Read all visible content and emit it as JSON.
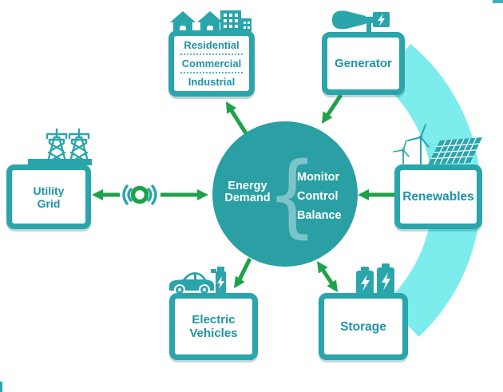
{
  "center": {
    "label": "Energy Demand",
    "brace_glyph": "{",
    "functions": [
      "Monitor",
      "Control",
      "Balance"
    ]
  },
  "nodes": {
    "residential": {
      "lines": [
        "Residential",
        "Commercial",
        "Industrial"
      ]
    },
    "generator": {
      "label": "Generator"
    },
    "utility_grid": {
      "label": "Utility Grid"
    },
    "renewables": {
      "label": "Renewables"
    },
    "electric_vehicles": {
      "label": "Electric Vehicles"
    },
    "storage": {
      "label": "Storage"
    }
  },
  "icons": {
    "residential": "houses-and-building-icon",
    "generator": "turbine-generator-icon",
    "utility_grid": "transmission-towers-icon",
    "renewables": "wind-turbines-and-solar-panel-icon",
    "electric_vehicles": "electric-car-and-charger-icon",
    "storage": "batteries-icon",
    "utility_link": "wireless-signal-icon"
  },
  "colors": {
    "teal": "#2aa5ab",
    "circle_teal": "#2aa0a5",
    "label_teal": "#1e93a8",
    "arrow_green": "#1ea24b",
    "arc_cyan": "#7cecec",
    "brace_teal": "#7cc4ca"
  }
}
